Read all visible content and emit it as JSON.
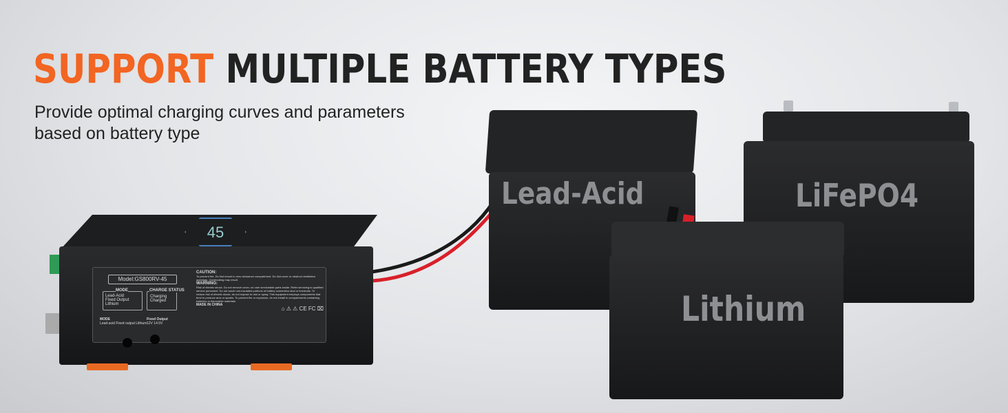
{
  "headline": {
    "highlight": "SUPPORT",
    "rest": "MULTIPLE BATTERY TYPES"
  },
  "subtitle": "Provide optimal charging curves and parameters based on battery type",
  "charger": {
    "model": "Model:GS800RV-45",
    "mode_title": "MODE",
    "modes": [
      "Lead-Acid",
      "Fixed Output",
      "Lithium"
    ],
    "charge_status_title": "CHARGE STATUS",
    "statuses": [
      "Charging",
      "Charged"
    ],
    "mode_switch_label": "MODE",
    "mode_switch_options": "Lead-acid  Fixed output  Lithium",
    "fixed_output_label": "Fixed Output",
    "fixed_output_options": "12V  14.5V",
    "caution_title": "CAUTION:",
    "caution_text": "To prevent fire, Do Not mount in zero clearance compartment. Do Not cover or obstruct ventilation openings. Overheating may result.",
    "warning_title": "WARNING:",
    "warning_text": "Risk of electric shock. Do not remove cover, no user serviceable parts inside. Refer servicing to qualified service personnel. Do not touch non-insulated portions of battery connection stud or terminals. To reduce risk of electric shock, do not expose to rain or spray. This equipment employs components that tend to produce arcs or sparks. To prevent fire or explosion, do not install in compartments containing batteries or flammable materials.",
    "made_in": "MADE IN CHINA",
    "cert_marks": "⌂ ⚠ ⚠ CE FC ⌧",
    "top_logo": "45"
  },
  "batteries": [
    {
      "label": "Lead-Acid"
    },
    {
      "label": "LiFePO4"
    },
    {
      "label": "Lithium"
    }
  ],
  "colors": {
    "accent": "#f26522",
    "text": "#222222"
  }
}
